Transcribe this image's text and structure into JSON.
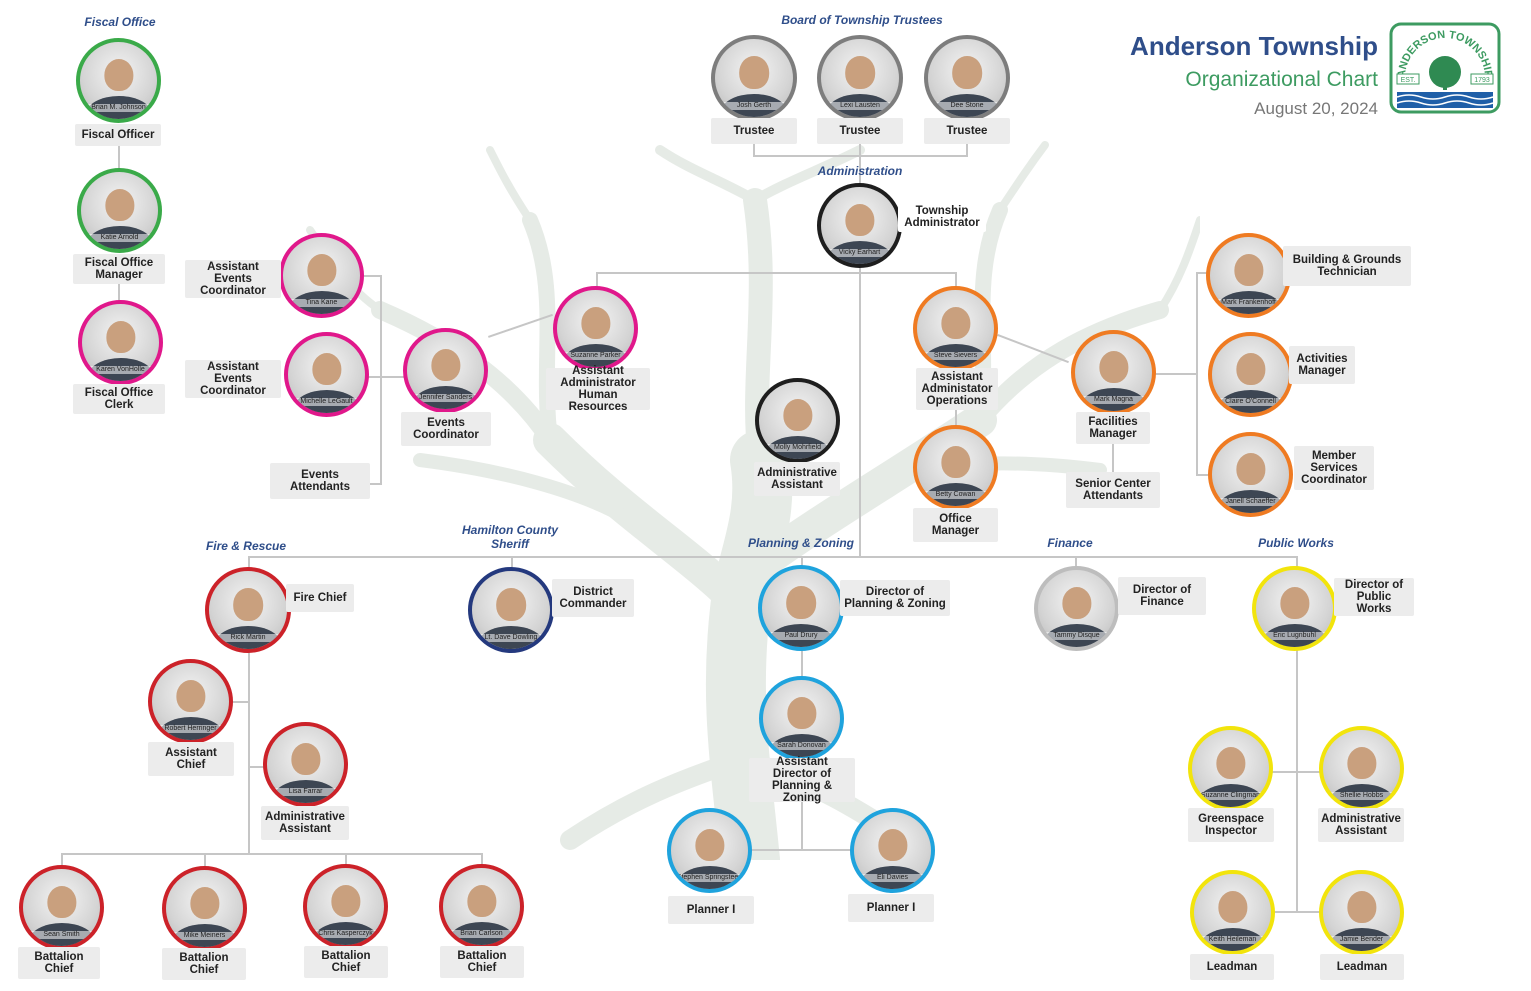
{
  "header": {
    "title": "Anderson Township",
    "subtitle": "Organizational Chart",
    "date": "August 20, 2024"
  },
  "logo": {
    "arc_text": "ANDERSON TOWNSHIP",
    "est_label": "EST.",
    "year": "1793"
  },
  "departments": {
    "fiscal_office": "Fiscal Office",
    "trustees": "Board of Township Trustees",
    "administration": "Administration",
    "fire": "Fire & Rescue",
    "sheriff": "Hamilton County Sheriff",
    "planning": "Planning & Zoning",
    "finance": "Finance",
    "public_works": "Public Works"
  },
  "people": {
    "johnson": {
      "name": "Brian M. Johnson",
      "title": "Fiscal Officer"
    },
    "arnold": {
      "name": "Katie Arnold",
      "title": "Fiscal Office Manager"
    },
    "vonholle": {
      "name": "Karen VonHolle",
      "title": "Fiscal Office Clerk"
    },
    "gerth": {
      "name": "Josh Gerth",
      "title": "Trustee"
    },
    "lausten": {
      "name": "Lexi Lausten",
      "title": "Trustee"
    },
    "stone": {
      "name": "Dee Stone",
      "title": "Trustee"
    },
    "earhart": {
      "name": "Vicky Earhart",
      "title": "Township Administrator"
    },
    "kane": {
      "name": "Tina Kane",
      "title": "Assistant Events Coordinator"
    },
    "legault": {
      "name": "Michelle LeGault",
      "title": "Assistant Events Coordinator"
    },
    "attendants": {
      "title": "Events Attendants"
    },
    "sanders": {
      "name": "Jennifer Sanders",
      "title": "Events Coordinator"
    },
    "parker": {
      "name": "Suzanne Parker",
      "title": "Assistant Administrator Human Resources"
    },
    "mohrfield": {
      "name": "Molly Mohrfield",
      "title": "Administrative Assistant"
    },
    "sievers": {
      "name": "Steve Sievers",
      "title": "Assistant Administator Operations"
    },
    "cowan": {
      "name": "Betty Cowan",
      "title": "Office Manager"
    },
    "magna": {
      "name": "Mark Magna",
      "title": "Facilities Manager"
    },
    "senior": {
      "title": "Senior Center Attendants"
    },
    "frankenhoff": {
      "name": "Mark Frankenhoff",
      "title": "Building & Grounds Technician"
    },
    "oconnell": {
      "name": "Claire O'Connell",
      "title": "Activities Manager"
    },
    "schaeffer": {
      "name": "Janell Schaeffer",
      "title": "Member Services Coordinator"
    },
    "martin": {
      "name": "Rick Martin",
      "title": "Fire Chief"
    },
    "herringer": {
      "name": "Robert Herringer",
      "title": "Assistant Chief"
    },
    "farrar": {
      "name": "Lisa Farrar",
      "title": "Administrative Assistant"
    },
    "smith": {
      "name": "Sean Smith",
      "title": "Battalion Chief"
    },
    "meiners": {
      "name": "Mike Meiners",
      "title": "Battalion Chief"
    },
    "kasperczyk": {
      "name": "Chris Kasperczyk",
      "title": "Battalion Chief"
    },
    "carlson": {
      "name": "Brian Carlson",
      "title": "Battalion Chief"
    },
    "dowling": {
      "name": "Lt. Dave Dowling",
      "title": "District Commander"
    },
    "drury": {
      "name": "Paul Drury",
      "title": "Director of Planning & Zoning"
    },
    "donovan": {
      "name": "Sarah Donovan",
      "title": "Assistant Director of Planning & Zoning"
    },
    "springsteen": {
      "name": "Stephen Springsteen",
      "title": "Planner I"
    },
    "davies": {
      "name": "Eli Davies",
      "title": "Planner I"
    },
    "disque": {
      "name": "Tammy Disque",
      "title": "Director of Finance"
    },
    "lugnbuhl": {
      "name": "Eric Lugnbuhl",
      "title": "Director of Public Works"
    },
    "clingman": {
      "name": "Suzanne Clingman",
      "title": "Greenspace Inspector"
    },
    "hobbs": {
      "name": "Shellie Hobbs",
      "title": "Administrative Assistant"
    },
    "heileman": {
      "name": "Keith Heileman",
      "title": "Leadman"
    },
    "bender": {
      "name": "Jamie Bender",
      "title": "Leadman"
    }
  },
  "colors": {
    "green": "#3aaa49",
    "magenta": "#e0188b",
    "gray": "#7d7d7d",
    "black": "#1e1e1e",
    "orange": "#ef7b22",
    "red": "#cc2229",
    "navy": "#24397e",
    "blue": "#1fa3dd",
    "yellow": "#f2e40c",
    "lightgray": "#bdbdbd",
    "dept_text": "#2f4e8a",
    "title_bg": "#ececec",
    "connector": "#c6c6c6"
  }
}
